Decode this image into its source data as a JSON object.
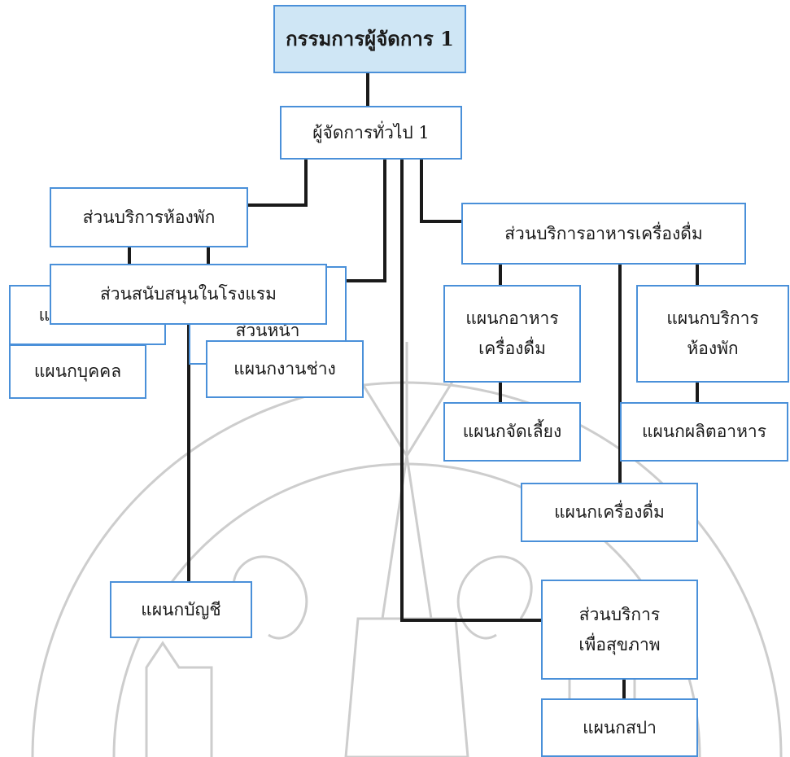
{
  "colors": {
    "box_border": "#4a90d9",
    "top_fill": "#cfe6f5",
    "connector": "#1a1a1a",
    "watermark": "#c9c9c9"
  },
  "watermark": {
    "icon": "university-seal-watermark"
  },
  "nodes": {
    "managing_director": "กรรมการผู้จัดการ 1",
    "general_manager": "ผู้จัดการทั่วไป 1",
    "rooms_division": "ส่วนบริการห้องพัก",
    "housekeeping": "แผนกแม่บ้าน",
    "front_office": "แผนกบริการ\nส่วนหน้า",
    "food_beverage_division": "ส่วนบริการอาหารเครื่องดื่ม",
    "food_beverage_dept": "แผนกอาหาร\nเครื่องดื่ม",
    "room_service": "แผนกบริการ\nห้องพัก",
    "catering": "แผนกจัดเลี้ยง",
    "food_production": "แผนกผลิตอาหาร",
    "beverage": "แผนกเครื่องดื่ม",
    "hotel_support": "ส่วนสนับสนุนในโรงแรม",
    "personnel": "แผนกบุคคล",
    "engineering": "แผนกงานช่าง",
    "accounting": "แผนกบัญชี",
    "wellness_division": "ส่วนบริการ\nเพื่อสุขภาพ",
    "spa": "แผนกสปา"
  }
}
